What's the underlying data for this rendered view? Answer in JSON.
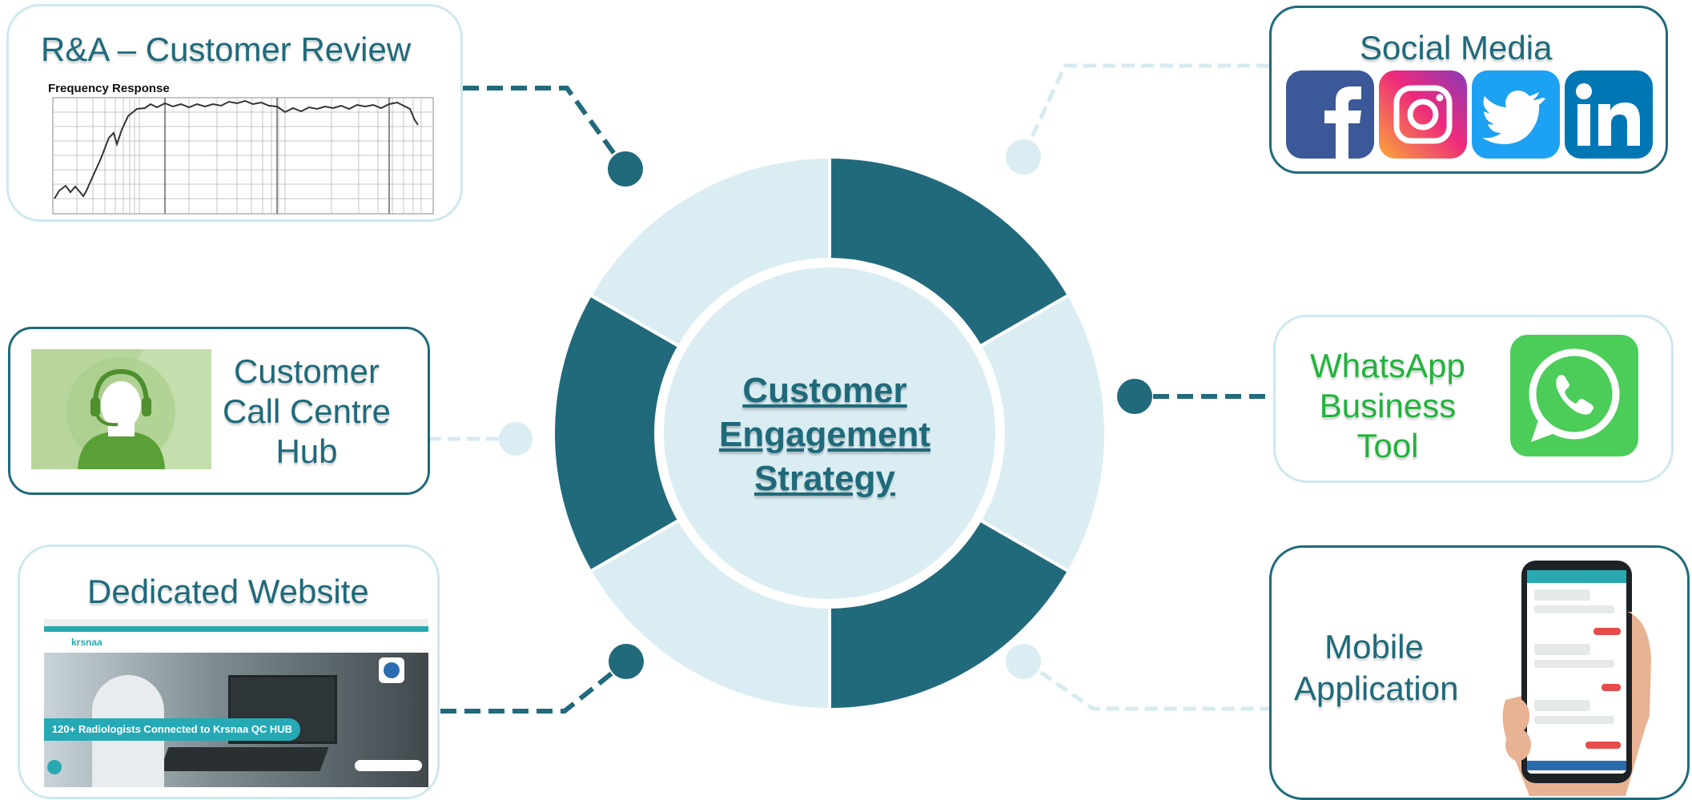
{
  "hub": {
    "lines": [
      "Customer",
      "Engagement",
      "Strategy"
    ]
  },
  "cards": {
    "review": {
      "title": "R&A – Customer Review",
      "chart_title": "Frequency Response"
    },
    "call_centre": {
      "lines": [
        "Customer",
        "Call Centre",
        "Hub"
      ]
    },
    "website": {
      "title": "Dedicated Website",
      "banner": "120+ Radiologists Connected to Krsnaa QC HUB",
      "logo": "krsnaa"
    },
    "social": {
      "title": "Social Media",
      "icons": [
        "facebook-icon",
        "instagram-icon",
        "twitter-icon",
        "linkedin-icon"
      ]
    },
    "whatsapp": {
      "lines": [
        "WhatsApp",
        "Business",
        "Tool"
      ]
    },
    "mobile": {
      "lines": [
        "Mobile",
        "Application"
      ]
    }
  },
  "colors": {
    "dark_teal": "#216a7c",
    "light_teal": "#d9edf3",
    "whatsapp_green": "#21b33c",
    "border_light": "#cfe8ef"
  }
}
